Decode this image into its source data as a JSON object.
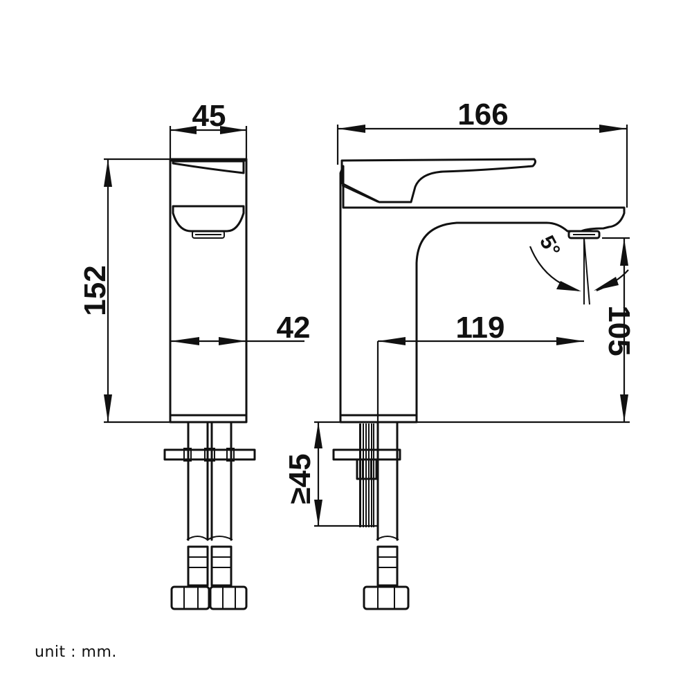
{
  "dimensions": {
    "side_width": "45",
    "side_height": "152",
    "side_body_depth": "42",
    "front_length": "166",
    "spout_reach": "119",
    "spout_height": "105",
    "spout_angle": "5°",
    "counter_thickness": "≥45"
  },
  "unit_note": "unit : mm."
}
